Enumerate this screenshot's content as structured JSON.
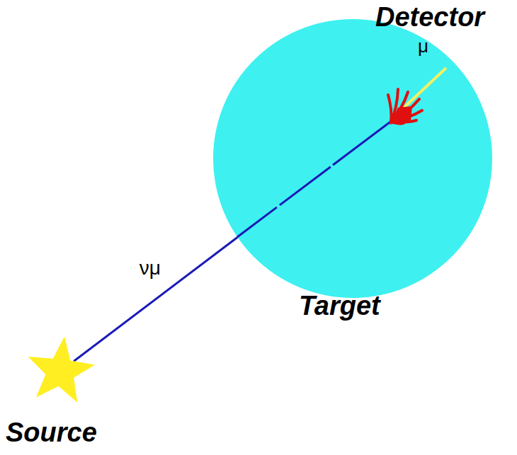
{
  "diagram": {
    "nodes": [
      {
        "text": [
          "Source"
        ]
      },
      {
        "text": [
          "Target"
        ]
      }
    ],
    "edges": [
      {
        "from": 0,
        "to": 1,
        "arrow": "none",
        "label": "νμ"
      }
    ],
    "labels": [
      "Detector",
      "μ"
    ]
  }
}
